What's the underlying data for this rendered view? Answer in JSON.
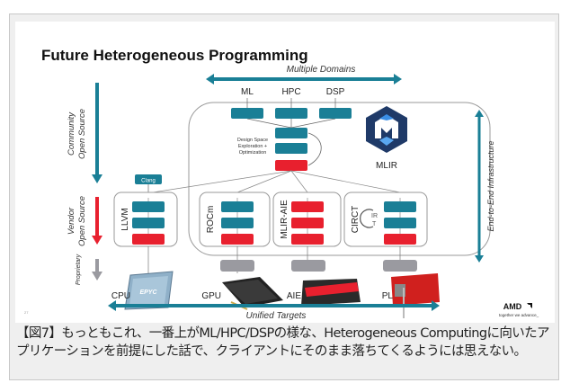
{
  "slide": {
    "title": "Future Heterogeneous Programming",
    "top_axis_label": "Multiple Domains",
    "bottom_axis_label": "Unified Targets",
    "right_axis_label": "End-to-End Infrastructure",
    "left_bands": [
      {
        "label_line1": "Community",
        "label_line2": "Open Source",
        "color": "#1a7f96"
      },
      {
        "label_line1": "Vendor",
        "label_line2": "Open Source",
        "color": "#e8202e"
      },
      {
        "label_line1": "Proprietary",
        "label_line2": "",
        "color": "#9a9aa0"
      }
    ],
    "domains": [
      "ML",
      "HPC",
      "DSP"
    ],
    "dse_label_lines": [
      "Design Space",
      "Exploration +",
      "Optimization"
    ],
    "mlir_label": "MLIR",
    "clang_label": "Clang",
    "toolchains": [
      {
        "name": "LLVM",
        "blocks": [
          "teal",
          "teal",
          "red"
        ]
      },
      {
        "name": "ROCm",
        "blocks": [
          "teal",
          "teal",
          "red"
        ]
      },
      {
        "name": "MLIR-AIE",
        "blocks": [
          "red",
          "red",
          "red"
        ]
      },
      {
        "name": "CIRCT",
        "blocks": [
          "teal",
          "teal",
          "red"
        ]
      }
    ],
    "circt_logo_text": "IR",
    "targets": [
      "CPU",
      "GPU",
      "AIE",
      "PL"
    ],
    "cpu_chip_text": "EPYC",
    "amd_logo": "AMD",
    "amd_tagline": "together we advance_",
    "page_marker": "27",
    "colors": {
      "teal": "#1a7f96",
      "red": "#e8202e",
      "gray": "#9a9aa0",
      "mlir_dark": "#1f3a68",
      "mlir_light": "#3a8ee6"
    }
  },
  "caption": "【図7】もっともこれ、一番上がML/HPC/DSPの様な、Heterogeneous Computingに向いたアプリケーションを前提にした話で、クライアントにそのまま落ちてくるようには思えない。"
}
